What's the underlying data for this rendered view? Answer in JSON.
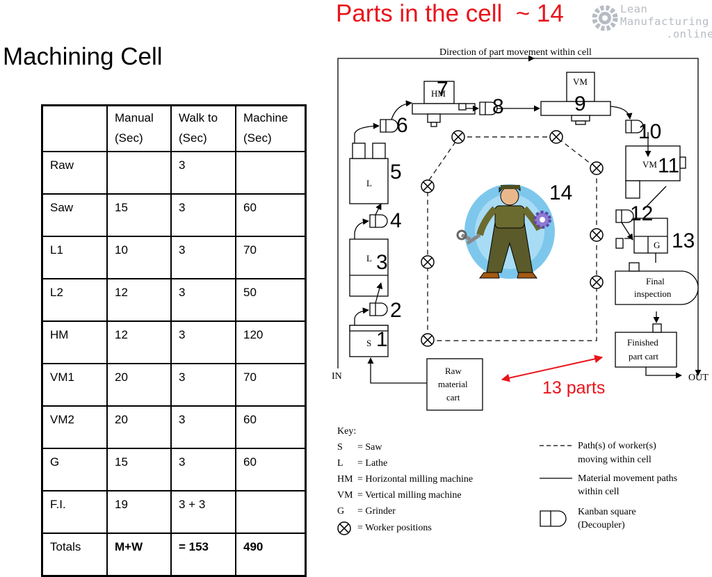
{
  "title": "Machining Cell",
  "headline": "Parts in the cell  ~ 14",
  "logo": {
    "line1": "Lean",
    "line2": "Manufacturing",
    "line3": ".online"
  },
  "table": {
    "headers": [
      "",
      "Manual\n(Sec)",
      "Walk to\n(Sec)",
      "Machine\n(Sec)"
    ],
    "rows": [
      [
        "Raw",
        "",
        "3",
        ""
      ],
      [
        "Saw",
        "15",
        "3",
        "60"
      ],
      [
        "L1",
        "10",
        "3",
        "70"
      ],
      [
        "L2",
        "12",
        "3",
        "50"
      ],
      [
        "HM",
        "12",
        "3",
        "120"
      ],
      [
        "VM1",
        "20",
        "3",
        "70"
      ],
      [
        "VM2",
        "20",
        "3",
        "60"
      ],
      [
        "G",
        "15",
        "3",
        "60"
      ],
      [
        "F.I.",
        "19",
        "3 + 3",
        ""
      ]
    ],
    "totals": [
      "Totals",
      "M+W",
      "= 153",
      "490"
    ]
  },
  "diagram": {
    "direction_label": "Direction of part movement within cell",
    "in_label": "IN",
    "out_label": "OUT",
    "station_letters": {
      "saw": "S",
      "lathe1": "L",
      "lathe2": "L",
      "hm": "HM",
      "vm1": "VM",
      "vm2": "VM",
      "grinder": "G"
    },
    "final_inspection": [
      "Final",
      "inspection"
    ],
    "finished_cart": [
      "Finished",
      "part cart"
    ],
    "raw_cart": [
      "Raw",
      "material",
      "cart"
    ],
    "numbers": [
      "1",
      "2",
      "3",
      "4",
      "5",
      "6",
      "7",
      "8",
      "9",
      "10",
      "11",
      "12",
      "13",
      "14"
    ],
    "parts_label": "13 parts",
    "accent_color": "#e8141b"
  },
  "key": {
    "title": "Key:",
    "left": [
      [
        "S",
        "= Saw"
      ],
      [
        "L",
        "= Lathe"
      ],
      [
        "HM",
        "= Horizontal milling machine"
      ],
      [
        "VM",
        "= Vertical milling machine"
      ],
      [
        "G",
        "= Grinder"
      ],
      [
        "",
        "= Worker positions"
      ]
    ],
    "right": [
      [
        "Path(s) of worker(s)",
        "moving within cell"
      ],
      [
        "Material movement paths",
        "within cell"
      ],
      [
        "Kanban square",
        "(Decoupler)"
      ]
    ]
  }
}
